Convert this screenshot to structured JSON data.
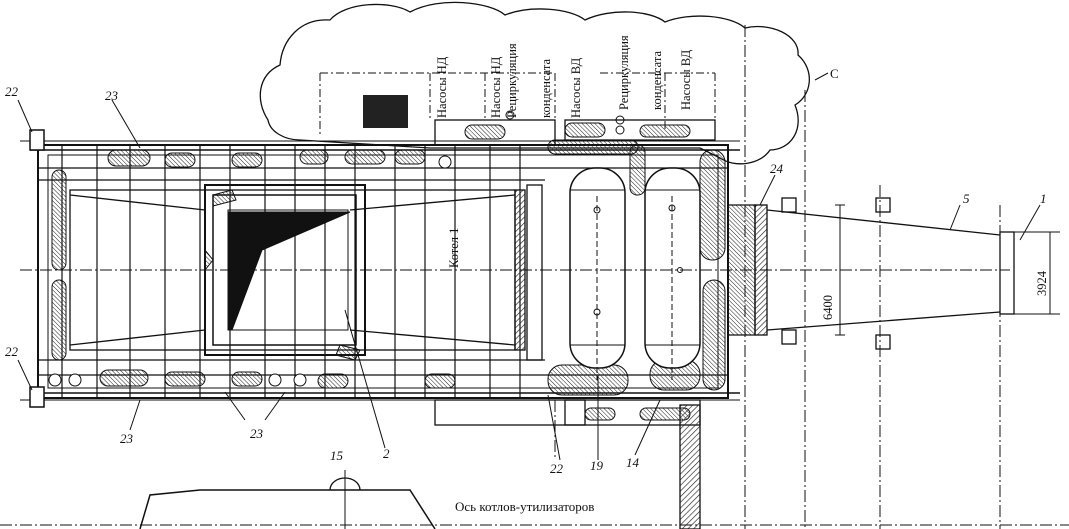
{
  "labels": {
    "boiler": "Котел 1",
    "axis_caption": "Ось котлов-утилизаторов",
    "zone_c": "С",
    "pumps_nd_1": "Насосы НД",
    "pumps_nd_2": "Насосы НД",
    "recirc_1": "Рециркуляция",
    "recirc_1b": "конденсата",
    "pumps_vd_1": "Насосы ВД",
    "recirc_2": "Рециркуляция",
    "recirc_2b": "конденсата",
    "pumps_vd_2": "Насосы ВД"
  },
  "callouts": {
    "c22_top": "22",
    "c22_mid": "22",
    "c22_bottom": "22",
    "c23_top": "23",
    "c23_left": "23",
    "c23_bottom": "23",
    "c24": "24",
    "c5": "5",
    "c1": "1",
    "c2": "2",
    "c19": "19",
    "c14": "14",
    "c15": "15"
  },
  "dimensions": {
    "d6400": "6400",
    "d3924": "3924"
  }
}
